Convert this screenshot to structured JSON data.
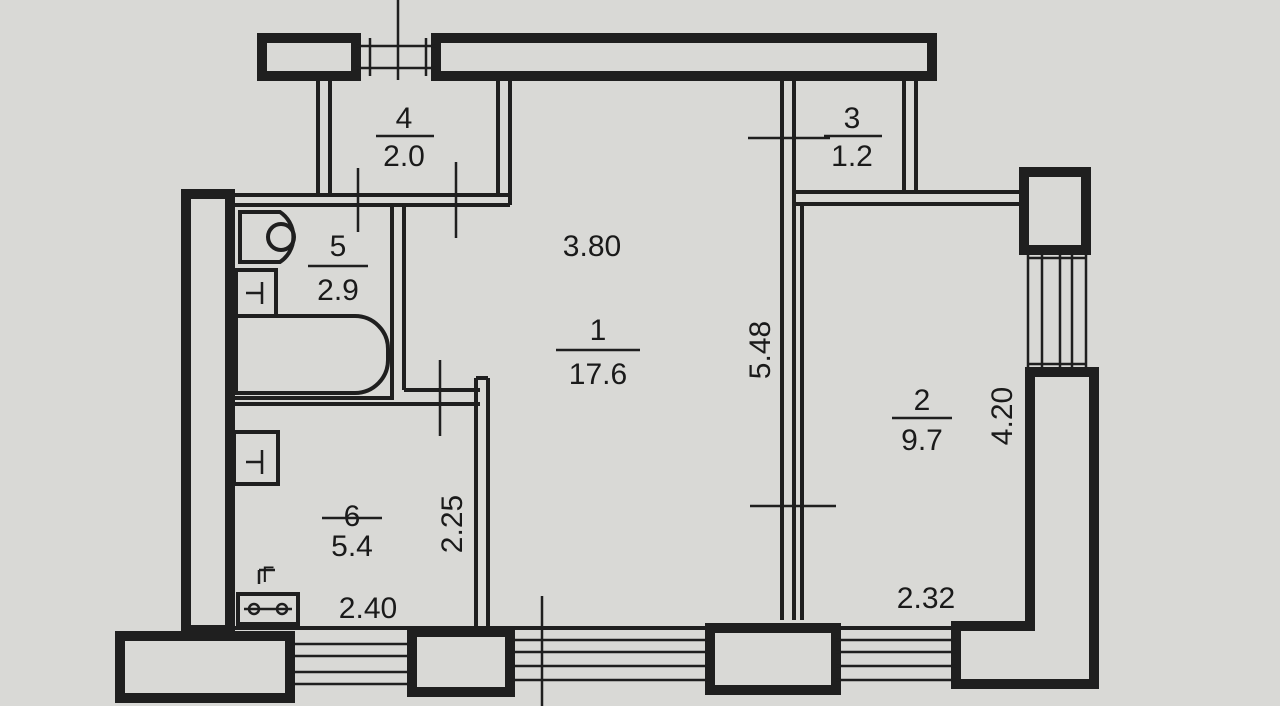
{
  "colors": {
    "paper": "#d9d9d6",
    "ink": "#1f1f1f"
  },
  "rooms": [
    {
      "number": "1",
      "area": "17.6"
    },
    {
      "number": "2",
      "area": "9.7"
    },
    {
      "number": "3",
      "area": "1.2"
    },
    {
      "number": "4",
      "area": "2.0"
    },
    {
      "number": "5",
      "area": "2.9"
    },
    {
      "number": "6",
      "area": "5.4"
    }
  ],
  "dimensions": {
    "room1_width": "3.80",
    "room1_length": "5.48",
    "room2_width": "2.32",
    "room2_length": "4.20",
    "room6_width": "2.40",
    "room6_length": "2.25"
  },
  "symbols": {
    "stove_label": "Г"
  }
}
